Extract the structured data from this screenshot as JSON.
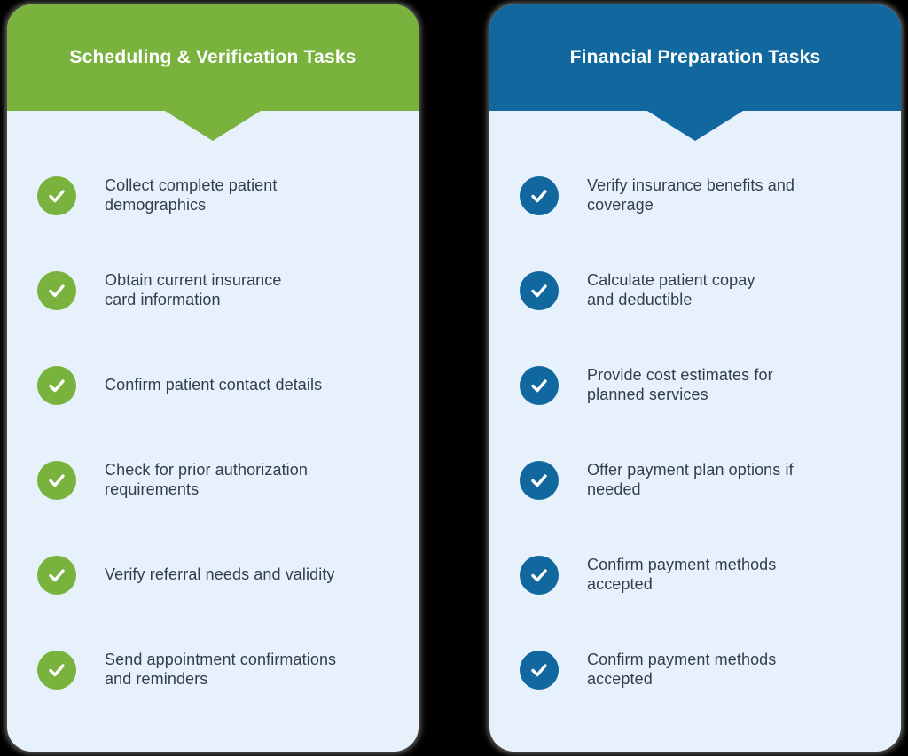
{
  "canvas": {
    "background": "#000000"
  },
  "cards": [
    {
      "title": "Scheduling & Verification Tasks",
      "accent": "#7ab23e",
      "body_bg": "#e7f1fb",
      "text_color": "#333e4d",
      "icon": "check-circle",
      "items": [
        "Collect complete patient\ndemographics",
        "Obtain current insurance\ncard information",
        "Confirm patient contact details",
        "Check for prior authorization\nrequirements",
        "Verify referral needs and validity",
        "Send appointment confirmations\nand reminders"
      ]
    },
    {
      "title": "Financial Preparation Tasks",
      "accent": "#11689e",
      "body_bg": "#e7f1fb",
      "text_color": "#333e4d",
      "icon": "check-circle",
      "items": [
        "Verify insurance benefits and\ncoverage",
        "Calculate patient copay\nand deductible",
        "Provide cost estimates for\nplanned services",
        "Offer payment plan options if\nneeded",
        "Confirm payment methods\naccepted",
        "Confirm payment methods\naccepted"
      ]
    }
  ]
}
